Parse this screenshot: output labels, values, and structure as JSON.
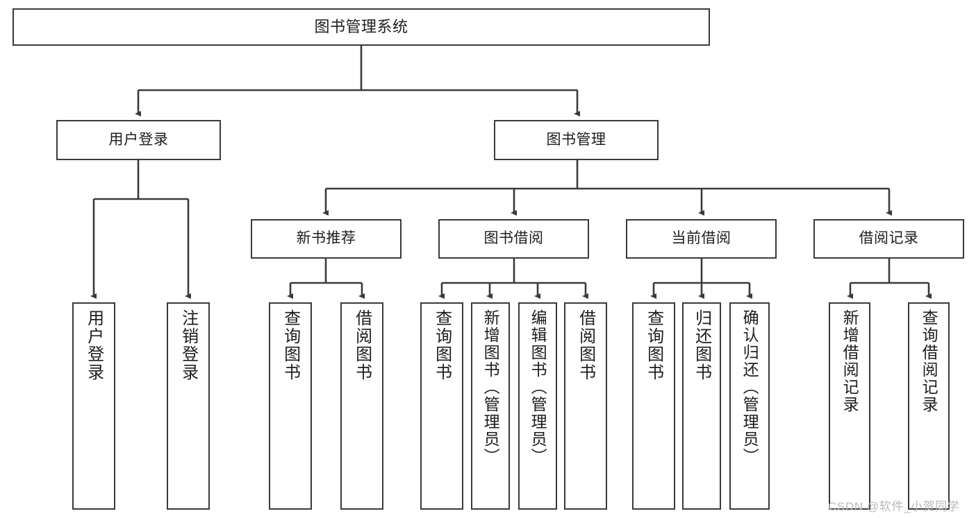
{
  "diagram": {
    "title": "图书管理系统",
    "watermark": "CSDN @软件_小贺同学",
    "line_color": "#3a3a3a",
    "box_border_color": "#3a3a3a",
    "box_fill_color": "#ffffff",
    "text_color": "#1d1d1d",
    "watermark_color": "#b9b9b9"
  },
  "nodes": {
    "root": {
      "label": "图书管理系统"
    },
    "level2": [
      {
        "label": "用户登录"
      },
      {
        "label": "图书管理"
      }
    ],
    "level3": [
      {
        "label": "新书推荐"
      },
      {
        "label": "图书借阅"
      },
      {
        "label": "当前借阅"
      },
      {
        "label": "借阅记录"
      }
    ],
    "leaves": {
      "user_login": [
        {
          "label": "用户登录"
        },
        {
          "label": "注销登录"
        }
      ],
      "new_book_recommend": [
        {
          "label": "查询图书"
        },
        {
          "label": "借阅图书"
        }
      ],
      "book_borrow": [
        {
          "label": "查询图书"
        },
        {
          "label": "新增图书（管理员）"
        },
        {
          "label": "编辑图书（管理员）"
        },
        {
          "label": "借阅图书"
        }
      ],
      "current_borrow": [
        {
          "label": "查询图书"
        },
        {
          "label": "归还图书"
        },
        {
          "label": "确认归还（管理员）"
        }
      ],
      "borrow_record": [
        {
          "label": "新增借阅记录"
        },
        {
          "label": "查询借阅记录"
        }
      ]
    }
  }
}
